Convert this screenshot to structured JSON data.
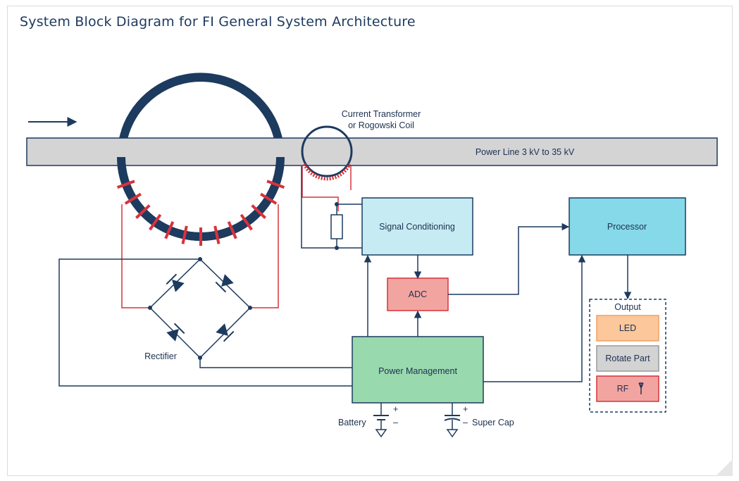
{
  "title": "System Block Diagram for FI General System Architecture",
  "power_line": "Power Line 3 kV to 35 kV",
  "ct_label_1": "Current Transformer",
  "ct_label_2": "or Rogowski Coil",
  "signal_conditioning": "Signal Conditioning",
  "processor": "Processor",
  "adc": "ADC",
  "power_management": "Power Management",
  "rectifier": "Rectifier",
  "battery": "Battery",
  "super_cap": "Super Cap",
  "plus": "+",
  "minus": "–",
  "output": {
    "title": "Output",
    "led": "LED",
    "rotate_part": "Rotate Part",
    "rf": "RF"
  },
  "colors": {
    "navy": "#1d3a5f",
    "red": "#d8323c",
    "power_line_fill": "#d4d4d4",
    "signal_conditioning_fill": "#c6ebf2",
    "processor_fill": "#86d9e8",
    "adc_fill": "#f2a5a0",
    "power_management_fill": "#99d9ae",
    "led_fill": "#fbc79b",
    "rotate_fill": "#d3d3d3",
    "rf_fill": "#f2a5a0"
  }
}
